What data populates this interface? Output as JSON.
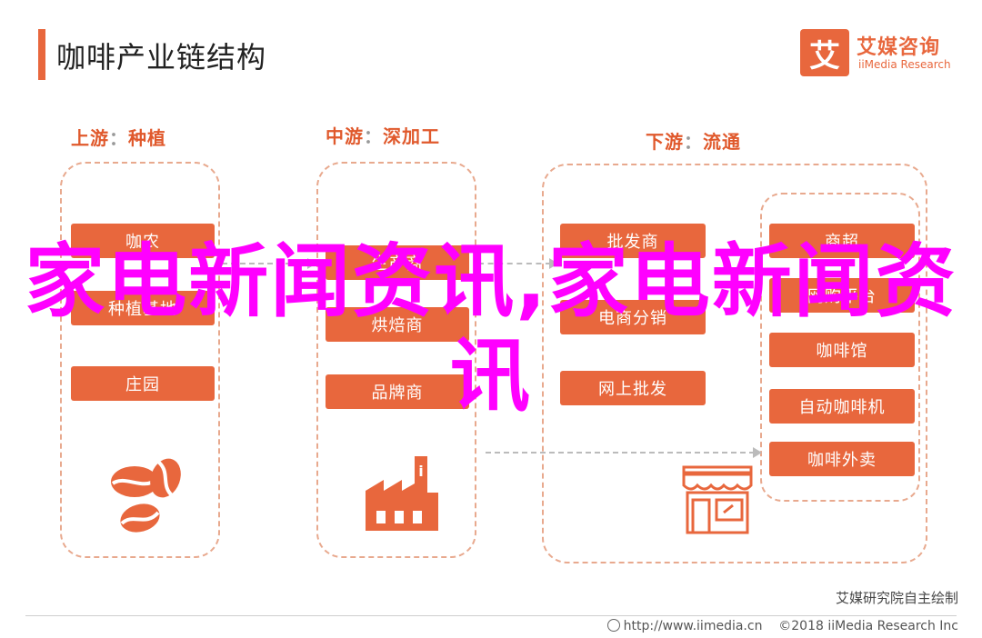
{
  "title": "咖啡产业链结构",
  "logo": {
    "mark": "艾",
    "name_cn": "艾媒咨询",
    "name_en": "iiMedia Research"
  },
  "stages": [
    {
      "name": "上游",
      "sep": "：",
      "detail": "种植",
      "items": [
        "咖农",
        "种植基地",
        "庄园"
      ]
    },
    {
      "name": "中游",
      "sep": "：",
      "detail": "深加工",
      "items": [
        "生产商",
        "烘焙商",
        "品牌商"
      ]
    },
    {
      "name": "下游",
      "sep": "：",
      "detail": "流通",
      "distributors": [
        "批发商",
        "电商分销",
        "网上批发"
      ],
      "retail": [
        "商超",
        "网购平台",
        "咖啡馆",
        "自动咖啡机",
        "咖啡外卖"
      ]
    }
  ],
  "icons": [
    "coffee-beans-icon",
    "factory-icon",
    "storefront-icon"
  ],
  "credit": "艾媒研究院自主绘制",
  "footer": {
    "url": "http://www.iimedia.cn",
    "copyright": "©2018  iiMedia Research  Inc"
  },
  "overlay": "家电新闻资讯,家电新闻资讯",
  "colors": {
    "accent": "#e8673d",
    "overlay": "#ff00ff"
  }
}
